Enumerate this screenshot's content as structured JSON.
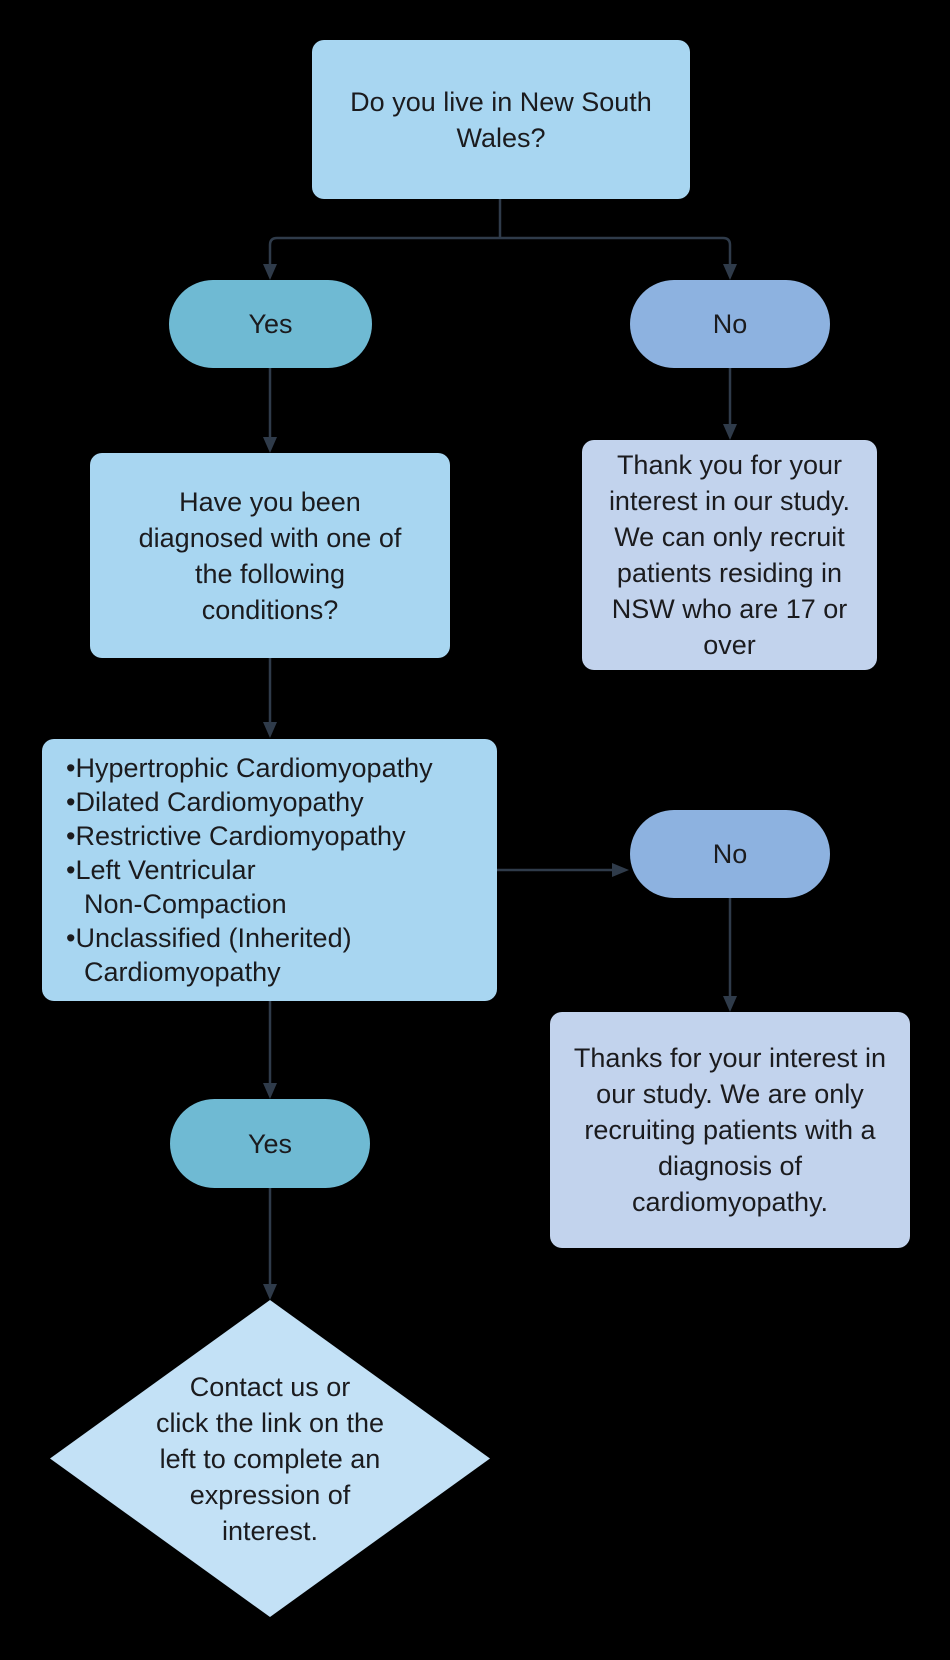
{
  "colors": {
    "background": "#000000",
    "connector": "#2F3B4A",
    "text": "#1B1B1E",
    "node_light_blue": "#A8D6F1",
    "node_teal": "#6FBAD3",
    "node_periwinkle": "#8DB2E0",
    "node_lavender": "#C2D3ED",
    "node_diamond_blue": "#C3E1F6"
  },
  "flowchart": {
    "nodes": {
      "q_nsw": {
        "label": "Do you live in New South\nWales?",
        "fill": "#A8D6F1"
      },
      "yes1": {
        "label": "Yes",
        "fill": "#6FBAD3"
      },
      "no1": {
        "label": "No",
        "fill": "#8DB2E0"
      },
      "thanks_nsw": {
        "label": "Thank you for your\ninterest in our study.\nWe can only recruit\npatients residing in\nNSW who are 17 or\nover",
        "fill": "#C2D3ED"
      },
      "q_diagnosed": {
        "label": "Have you been\ndiagnosed with one of\nthe following\nconditions?",
        "fill": "#A8D6F1"
      },
      "conditions": {
        "fill": "#A8D6F1",
        "items": [
          "Hypertrophic Cardiomyopathy",
          "Dilated Cardiomyopathy",
          "Restrictive Cardiomyopathy",
          "Left Ventricular\nNon-Compaction",
          "Unclassified (Inherited)\nCardiomyopathy"
        ]
      },
      "no2": {
        "label": "No",
        "fill": "#8DB2E0"
      },
      "thanks_diagnosis": {
        "label": "Thanks for your interest in\nour study. We are only\nrecruiting patients with a\ndiagnosis of\ncardiomyopathy.",
        "fill": "#C2D3ED"
      },
      "yes2": {
        "label": "Yes",
        "fill": "#6FBAD3"
      },
      "contact": {
        "label": "Contact us or\nclick the link on the\nleft to complete an\nexpression of\ninterest.",
        "fill": "#C3E1F6"
      }
    }
  }
}
